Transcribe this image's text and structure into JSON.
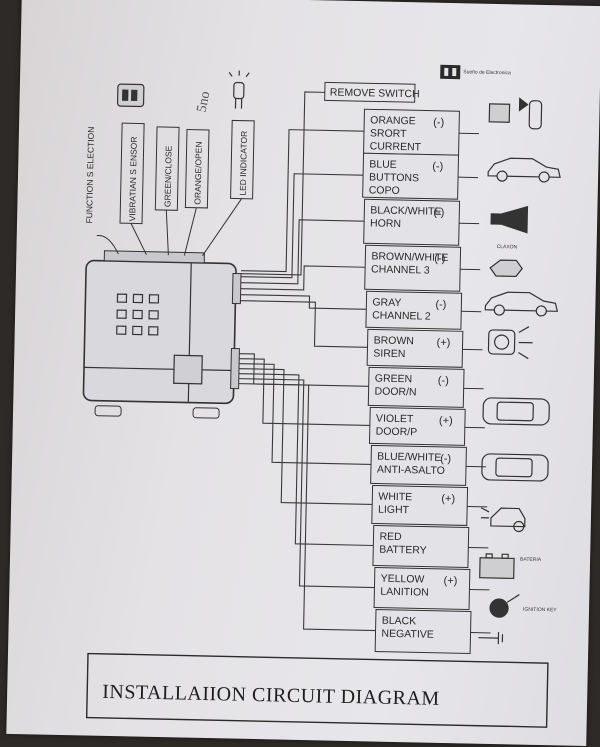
{
  "title": "INSTALLAIION CIRCUIT DIAGRAM",
  "function_selection_label": "FUNCTION S ELECTION",
  "remove_switch_label": "REMOVE SWITCH",
  "vertical_labels": [
    "VIBRATIAN S ENSOR",
    "GREEN/CLOSE",
    "ORANGE/OPEN",
    "LED INDICATOR"
  ],
  "handwritten_note": "5no",
  "logo_caption": "Sueño de Electronica",
  "wires": [
    {
      "line1": "ORANGE",
      "line2": "SRORT",
      "line3": "CURRENT",
      "sign": "(-)",
      "device": "relay-icon"
    },
    {
      "line1": "BLUE",
      "line2": "BUTTONS",
      "line3": "COPO",
      "sign": "(-)",
      "device": "car-sedan-icon"
    },
    {
      "line1": "BLACK/WHITE",
      "line2": "HORN",
      "line3": "",
      "sign": "(-)",
      "device": "horn-icon",
      "device_label": "CLAXON"
    },
    {
      "line1": "BROWN/WHITE",
      "line2": "CHANNEL 3",
      "line3": "",
      "sign": "(-)",
      "device": "trunk-release-icon"
    },
    {
      "line1": "GRAY",
      "line2": "CHANNEL 2",
      "line3": "",
      "sign": "(-)",
      "device": "car-sedan-icon"
    },
    {
      "line1": "BROWN",
      "line2": "SIREN",
      "line3": "",
      "sign": "(+)",
      "device": "siren-icon"
    },
    {
      "line1": "GREEN",
      "line2": "DOOR/N",
      "line3": "",
      "sign": "(-)",
      "device": "car-doors-open-icon"
    },
    {
      "line1": "VIOLET",
      "line2": "DOOR/P",
      "line3": "",
      "sign": "(+)",
      "device": "car-top-view-icon"
    },
    {
      "line1": "BLUE/WHITE",
      "line2": "ANTI-ASALTO",
      "line3": "",
      "sign": "(-)",
      "device": "car-top-view-icon"
    },
    {
      "line1": "WHITE",
      "line2": "LIGHT",
      "line3": "",
      "sign": "(+)",
      "device": "headlight-icon"
    },
    {
      "line1": "RED",
      "line2": "BATTERY",
      "line3": "",
      "sign": "",
      "device": "battery-icon",
      "device_label": "BATERIA"
    },
    {
      "line1": "YELLOW",
      "line2": "LANITION",
      "line3": "",
      "sign": "(+)",
      "device": "ignition-switch-icon",
      "device_label": "IGNITION KEY"
    },
    {
      "line1": "BLACK",
      "line2": "NEGATIVE",
      "line3": "",
      "sign": "",
      "device": "ground-icon"
    }
  ]
}
